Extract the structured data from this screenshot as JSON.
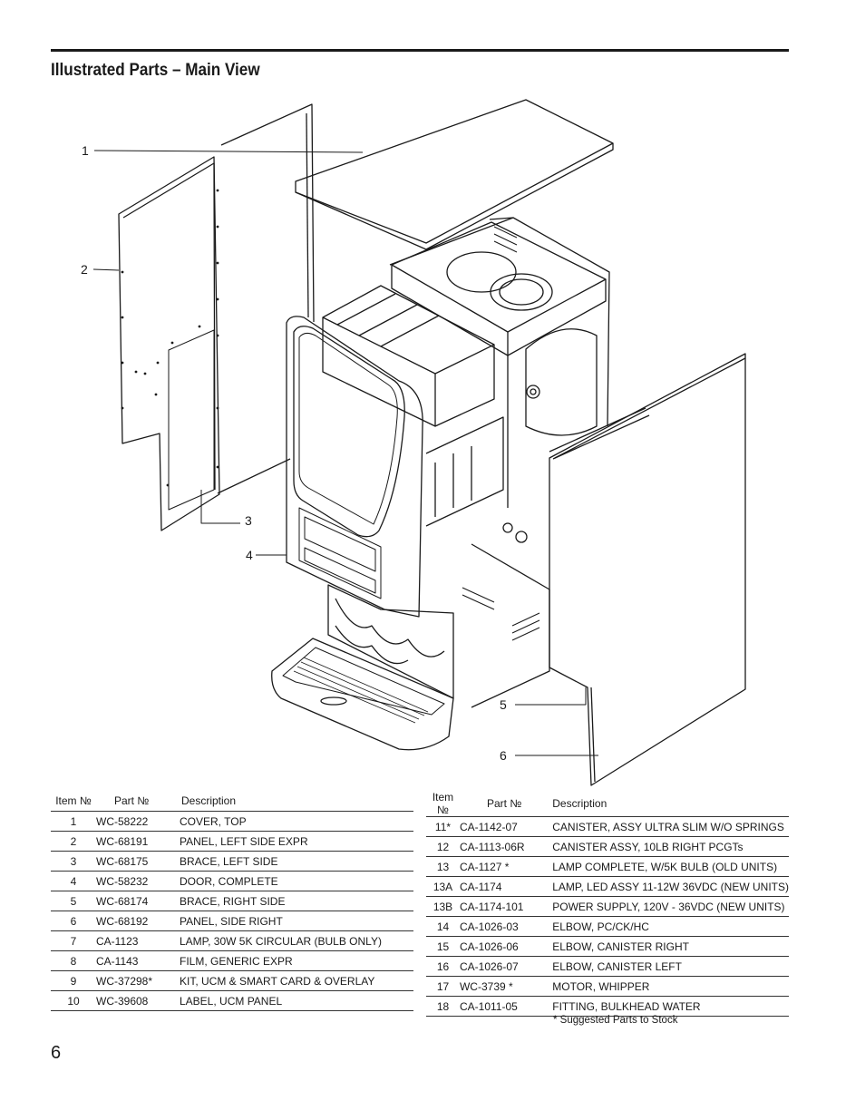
{
  "page": {
    "title": "Illustrated Parts – Main View",
    "page_number": "6",
    "footnote": "* Suggested Parts to Stock"
  },
  "callouts": [
    "1",
    "2",
    "3",
    "4",
    "5",
    "6"
  ],
  "table_headers": {
    "item": "Item №",
    "part": "Part №",
    "description": "Description"
  },
  "left_table": [
    {
      "item": "1",
      "part": "WC-58222",
      "description": "COVER, TOP"
    },
    {
      "item": "2",
      "part": "WC-68191",
      "description": "PANEL, LEFT SIDE EXPR"
    },
    {
      "item": "3",
      "part": "WC-68175",
      "description": "BRACE, LEFT SIDE"
    },
    {
      "item": "4",
      "part": "WC-58232",
      "description": "DOOR, COMPLETE"
    },
    {
      "item": "5",
      "part": "WC-68174",
      "description": "BRACE, RIGHT SIDE"
    },
    {
      "item": "6",
      "part": "WC-68192",
      "description": "PANEL, SIDE RIGHT"
    },
    {
      "item": "7",
      "part": "CA-1123",
      "description": "LAMP, 30W 5K CIRCULAR (BULB ONLY)"
    },
    {
      "item": "8",
      "part": "CA-1143",
      "description": "FILM, GENERIC EXPR"
    },
    {
      "item": "9",
      "part": "WC-37298*",
      "description": "KIT, UCM & SMART CARD & OVERLAY"
    },
    {
      "item": "10",
      "part": "WC-39608",
      "description": "LABEL, UCM PANEL"
    }
  ],
  "right_table": [
    {
      "item": "11*",
      "part": "CA-1142-07",
      "description": "CANISTER, ASSY ULTRA SLIM W/O SPRINGS"
    },
    {
      "item": "12",
      "part": "CA-1113-06R",
      "description": "CANISTER ASSY, 10LB RIGHT PCGTs"
    },
    {
      "item": "13",
      "part": "CA-1127  *",
      "description": "LAMP COMPLETE, W/5K BULB (OLD UNITS)"
    },
    {
      "item": "13A",
      "part": "CA-1174",
      "description": "LAMP, LED ASSY 11-12W 36VDC (NEW UNITS)"
    },
    {
      "item": "13B",
      "part": "CA-1174-101",
      "description": "POWER SUPPLY, 120V - 36VDC (NEW UNITS)"
    },
    {
      "item": "14",
      "part": "CA-1026-03",
      "description": "ELBOW, PC/CK/HC"
    },
    {
      "item": "15",
      "part": "CA-1026-06",
      "description": "ELBOW, CANISTER RIGHT"
    },
    {
      "item": "16",
      "part": "CA-1026-07",
      "description": "ELBOW, CANISTER LEFT"
    },
    {
      "item": "17",
      "part": "WC-3739  *",
      "description": "MOTOR, WHIPPER"
    },
    {
      "item": "18",
      "part": "CA-1011-05",
      "description": "FITTING, BULKHEAD WATER"
    }
  ]
}
